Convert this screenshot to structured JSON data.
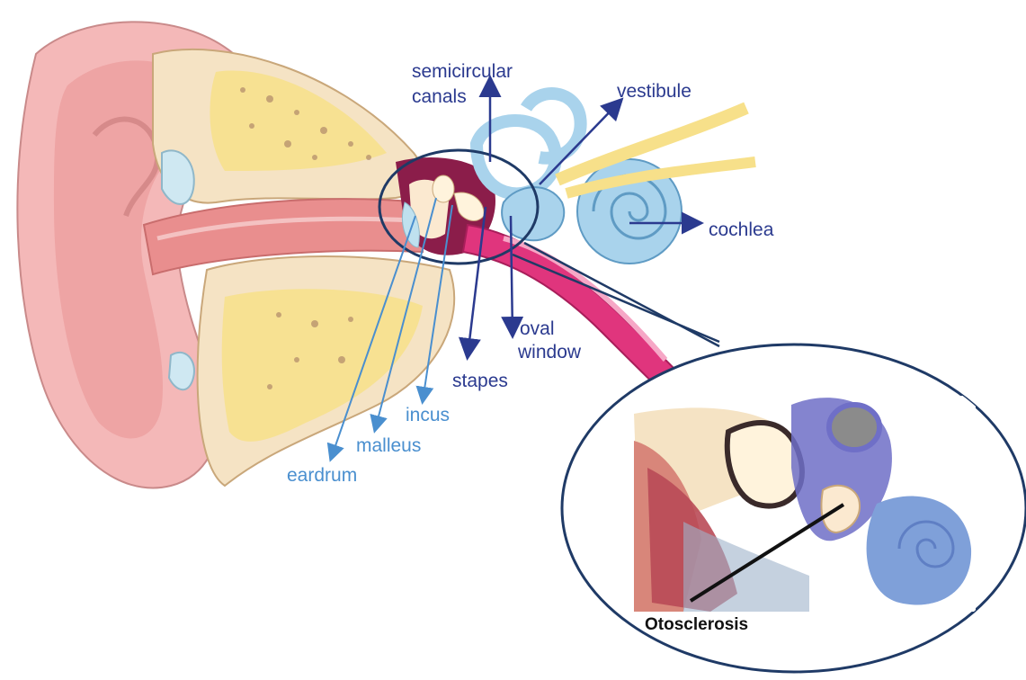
{
  "diagram": {
    "labels": {
      "semicircular_line1": "semicircular",
      "semicircular_line2": "canals",
      "vestibule": "vestibule",
      "cochlea": "cochlea",
      "oval_line1": "oval",
      "oval_line2": "window",
      "stapes": "stapes",
      "incus": "incus",
      "malleus": "malleus",
      "eardrum": "eardrum",
      "otosclerosis": "Otosclerosis"
    },
    "colors": {
      "label_dark": "#2b3a8f",
      "label_light": "#4a8fcf",
      "outer_ear": "#f4b8b8",
      "bone": "#f5e3c4",
      "fat": "#f7e08a",
      "inner_ear": "#a9d3ec",
      "tube": "#e0357d",
      "circle_outline": "#1f3a66"
    }
  }
}
